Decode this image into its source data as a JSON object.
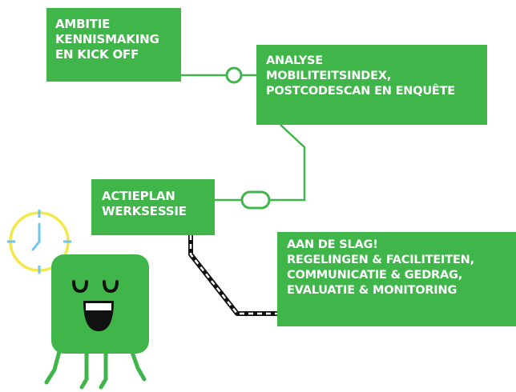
{
  "colors": {
    "green": "#3fb54a",
    "yellow": "#f3e84a",
    "clock_blue": "#6cc6ee",
    "black": "#111111",
    "white": "#ffffff"
  },
  "steps": [
    {
      "id": "ambitie",
      "lines": [
        "AMBITIE",
        "KENNISMAKING",
        "EN KICK OFF"
      ]
    },
    {
      "id": "analyse",
      "lines": [
        "ANALYSE",
        "MOBILITEITSINDEX,",
        "POSTCODESCAN EN ENQUÊTE"
      ]
    },
    {
      "id": "actieplan",
      "lines": [
        "ACTIEPLAN",
        "WERKSESSIE"
      ]
    },
    {
      "id": "aandeslag",
      "lines": [
        "AAN DE SLAG!",
        "REGELINGEN & FACILITEITEN,",
        "COMMUNICATIE & GEDRAG,",
        "EVALUATIE & MONITORING"
      ]
    }
  ],
  "icons": {
    "station_circle": "station-circle-icon",
    "station_pill": "station-pill-icon",
    "clock": "clock-icon",
    "mascot": "smiling-block-character"
  }
}
